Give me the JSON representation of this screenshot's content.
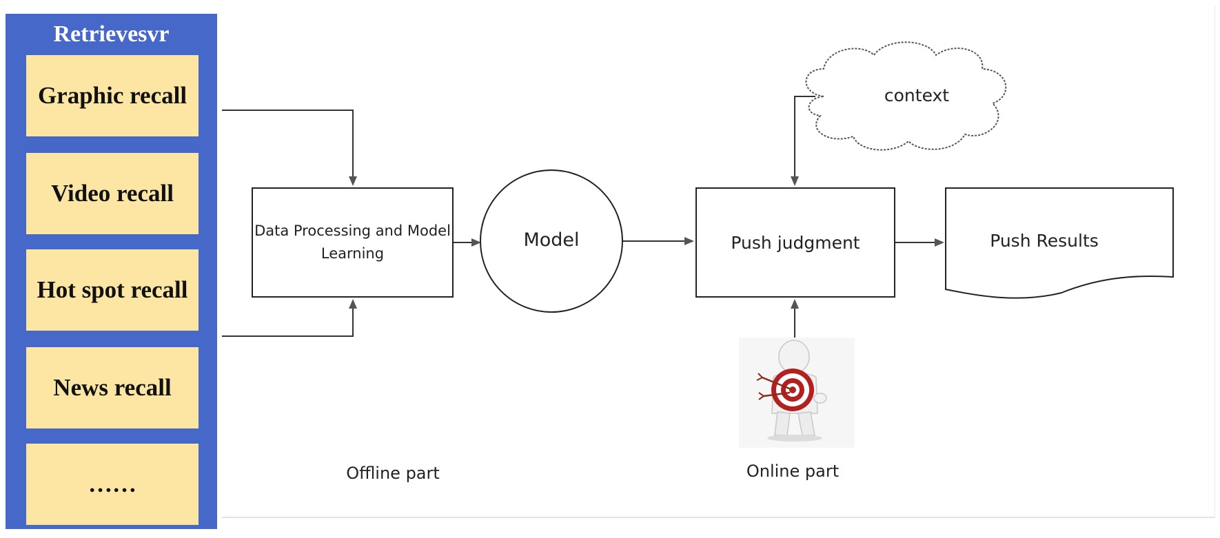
{
  "retriever": {
    "title": "Retrievesvr",
    "items": [
      {
        "label": "Graphic recall"
      },
      {
        "label": "Video recall"
      },
      {
        "label": "Hot spot recall"
      },
      {
        "label": "News recall"
      },
      {
        "label": "……"
      }
    ]
  },
  "nodes": {
    "data_processing": "Data Processing and Model Learning",
    "model": "Model",
    "push_judgment": "Push judgment",
    "push_results": "Push Results",
    "context": "context"
  },
  "sections": {
    "offline": "Offline part",
    "online": "Online part"
  },
  "colors": {
    "panel": "#4668c8",
    "recall_box": "#fde6a4",
    "stroke": "#222222",
    "arrow": "#555555",
    "target_red": "#b32020"
  },
  "icons": {
    "user_target": "person-holding-target-icon"
  }
}
